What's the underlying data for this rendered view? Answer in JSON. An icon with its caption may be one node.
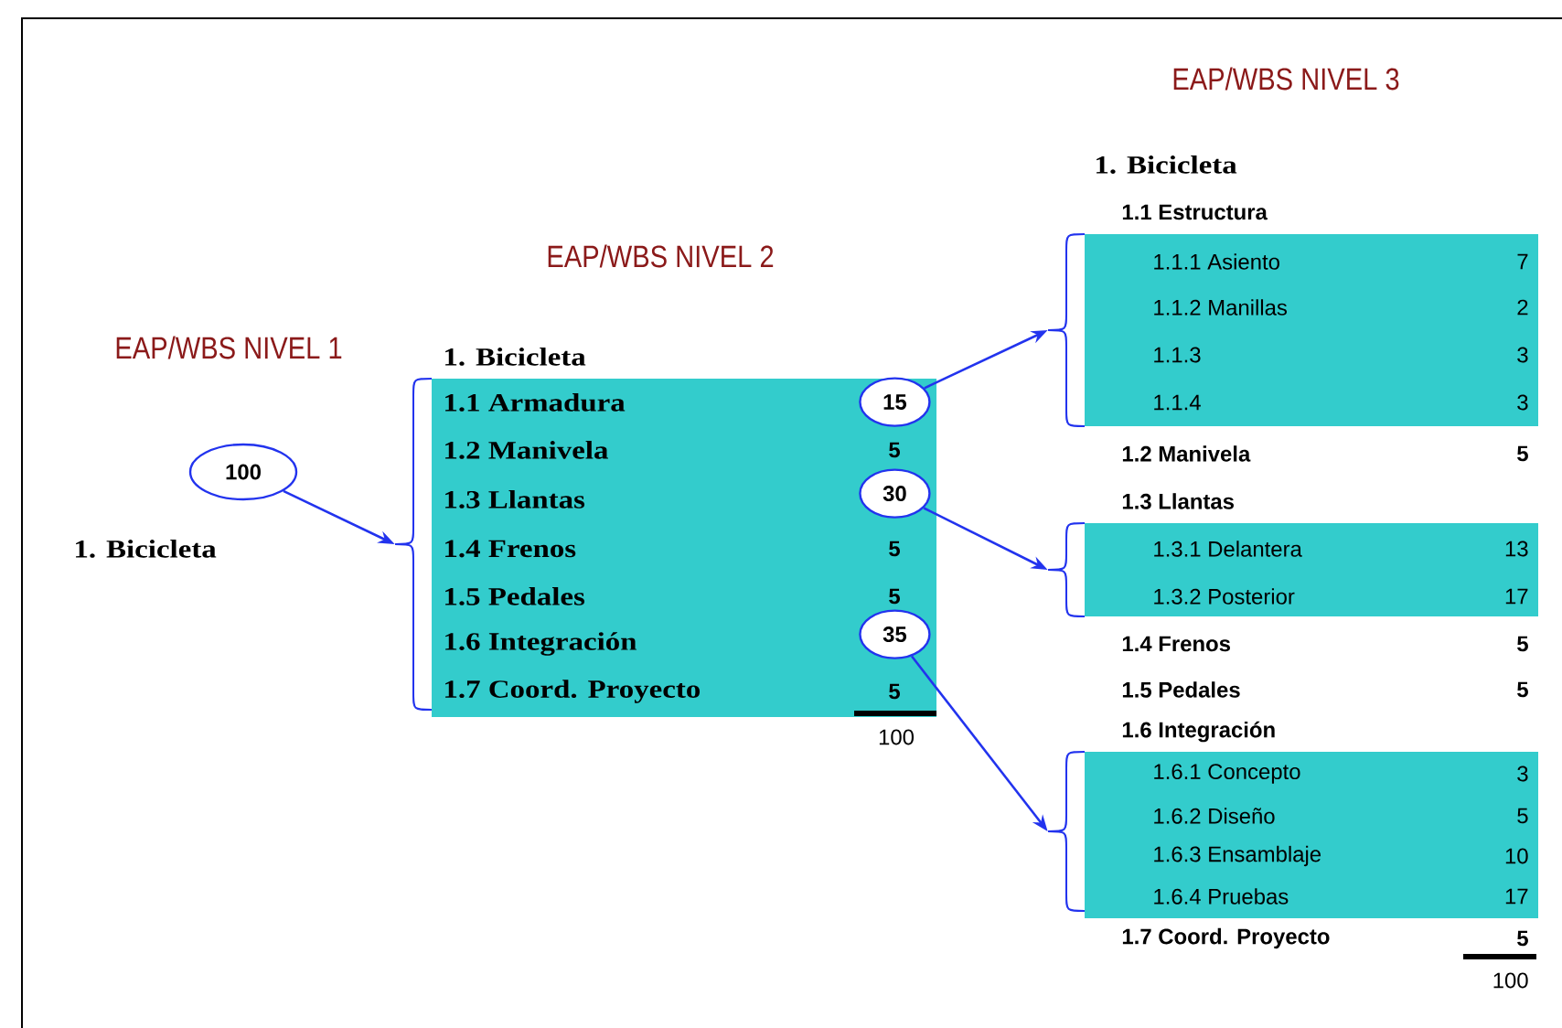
{
  "diagram": {
    "nodes": [
      {
        "text": [
          "100"
        ]
      },
      {
        "text": [],
        "shape": "brace"
      },
      {
        "text": [
          "1.1 Armadura",
          "1.2 Manivela",
          "5",
          "1.3 Llantas",
          "1.4 Frenos",
          "5",
          "1.5 Pedales",
          "5",
          "1.6 Integración",
          "1.7 Coord. Proyecto",
          "5"
        ]
      },
      {
        "text": [
          "15"
        ],
        "in": 2
      },
      {
        "text": [
          "30"
        ],
        "in": 2
      },
      {
        "text": [
          "35"
        ],
        "in": 2
      },
      {
        "text": [],
        "shape": "brace"
      },
      {
        "text": [
          "1.1.1 Asiento",
          "7",
          "1.1.2 Manillas",
          "2",
          "1.1.3",
          "3",
          "1.1.4",
          "3"
        ]
      },
      {
        "text": [],
        "shape": "brace"
      },
      {
        "text": [
          "1.3.1 Delantera",
          "13",
          "1.3.2 Posterior",
          "17"
        ]
      },
      {
        "text": [],
        "shape": "brace"
      },
      {
        "text": [
          "1.6.1 Concepto",
          "3",
          "1.6.2 Diseño",
          "5",
          "1.6.3 Ensamblaje",
          "10",
          "1.6.4 Pruebas",
          "17"
        ]
      }
    ],
    "edges": [
      {
        "from": 0,
        "to": 1,
        "arrow": "to"
      },
      {
        "from": 3,
        "to": 6,
        "arrow": "to"
      },
      {
        "from": 4,
        "to": 8,
        "arrow": "to"
      },
      {
        "from": 5,
        "to": 10,
        "arrow": "to"
      }
    ],
    "labels": [
      "EAP/WBS NIVEL 1",
      "1. Bicicleta",
      "EAP/WBS NIVEL 2",
      "1. Bicicleta",
      "100",
      "EAP/WBS NIVEL 3",
      "1. Bicicleta",
      "1.1 Estructura",
      "1.2 Manivela",
      "5",
      "1.3 Llantas",
      "1.4 Frenos",
      "5",
      "1.5 Pedales",
      "5",
      "1.6 Integración",
      "1.7 Coord. Proyecto",
      "5",
      "100"
    ]
  }
}
